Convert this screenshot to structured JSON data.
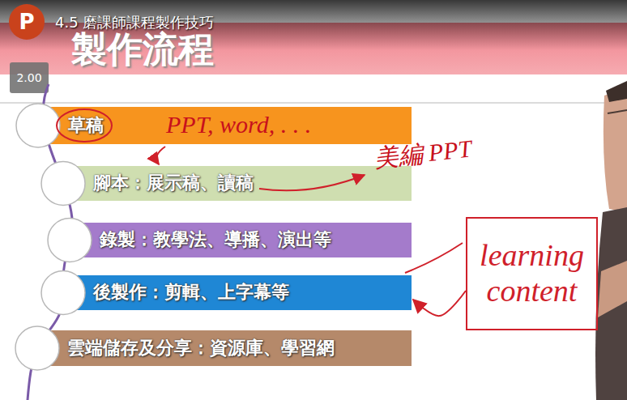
{
  "diagram": {
    "title": "製作流程",
    "nodes": [
      {
        "text": [
          "草稿"
        ]
      },
      {
        "text": [
          "腳本：展示稿、讀稿"
        ]
      },
      {
        "text": [
          "錄製：教學法、導播、演出等"
        ]
      },
      {
        "text": [
          "後製作：剪輯、上字幕等"
        ]
      },
      {
        "text": [
          "雲端儲存及分享：資源庫、學習網"
        ]
      },
      {
        "text": [
          "learning content"
        ]
      }
    ],
    "edges": [
      {
        "from": 5,
        "to": 3,
        "arrow": "to"
      }
    ],
    "labels": [
      "4.5 磨課師課程製作技巧",
      "P",
      "2.00",
      "PPT, word, . . .",
      "美編 PPT"
    ]
  }
}
